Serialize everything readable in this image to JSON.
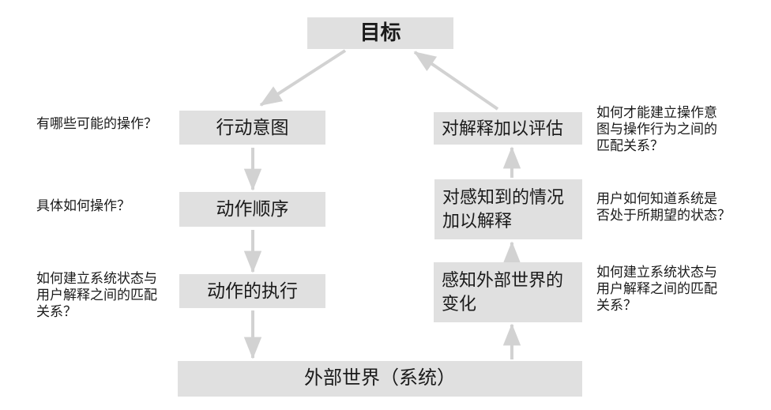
{
  "colors": {
    "box_fill": "#e0e0e0",
    "arrow": "#d2d2d2",
    "text": "#1a1a1a",
    "bg": "#ffffff"
  },
  "nodes": {
    "goal": "目标",
    "intention": "行动意图",
    "sequence": "动作顺序",
    "execution": "动作的执行",
    "world": "外部世界（系统）",
    "evaluate": "对解释加以评估",
    "interpret": "对感知到的情况\n加以解释",
    "perceive": "感知外部世界的\n变化"
  },
  "annotations": {
    "left": [
      {
        "text": "有哪些可能的操作？"
      },
      {
        "text": "具体如何操作？"
      },
      {
        "text": "如何建立系统状态与\n用户解释之间的匹配\n关系？"
      }
    ],
    "right": [
      {
        "text": "如何才能建立操作意\n图与操作行为之间的\n匹配关系？"
      },
      {
        "text": "用户如何知道系统是\n否处于所期望的状态？"
      },
      {
        "text": "如何建立系统状态与\n用户解释之间的匹配\n关系？"
      }
    ]
  }
}
